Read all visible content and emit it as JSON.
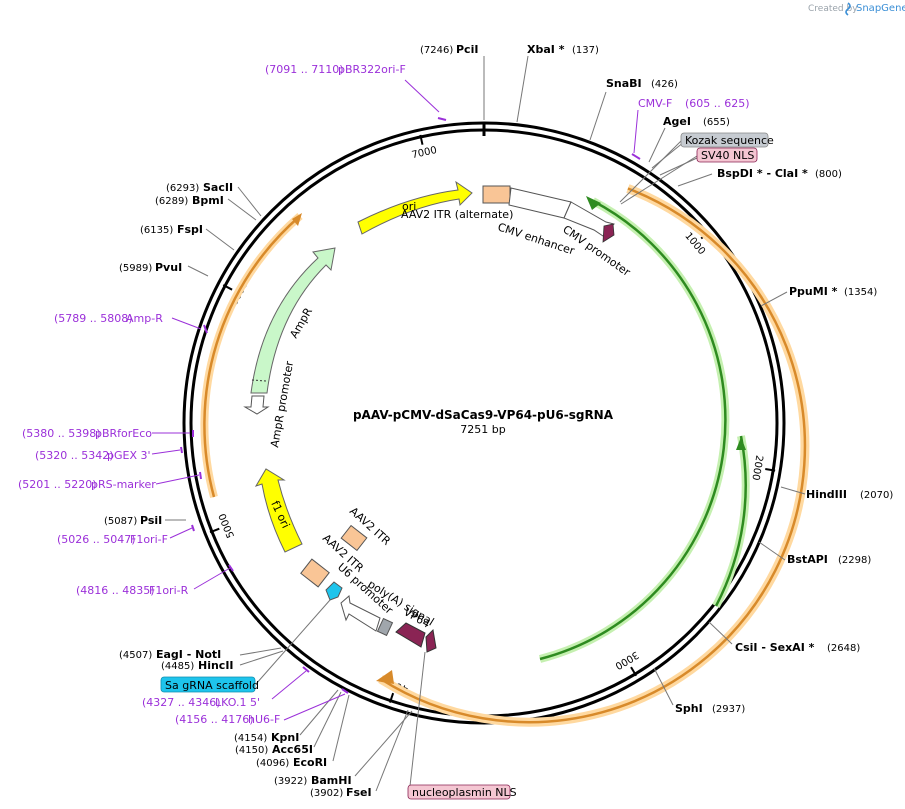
{
  "credit": {
    "prefix": "Created by",
    "brand": "SnapGene"
  },
  "plasmid": {
    "name": "pAAV-pCMV-dSaCas9-VP64-pU6-sgRNA",
    "length_label": "7251 bp"
  },
  "ticks": [
    "1000",
    "2000",
    "3000",
    "4000",
    "5000",
    "6000",
    "7000"
  ],
  "enzymes": [
    {
      "pos": "(7246)",
      "name": "PciI"
    },
    {
      "pos": "(137)",
      "name": "XbaI *"
    },
    {
      "pos": "(426)",
      "name": "SnaBI"
    },
    {
      "pos": "(655)",
      "name": "AgeI"
    },
    {
      "pos": "(800)",
      "name": "BspDI * - ClaI *"
    },
    {
      "pos": "(1354)",
      "name": "PpuMI *"
    },
    {
      "pos": "(2070)",
      "name": "HindIII"
    },
    {
      "pos": "(2298)",
      "name": "BstAPI"
    },
    {
      "pos": "(2648)",
      "name": "CsiI - SexAI *"
    },
    {
      "pos": "(2937)",
      "name": "SphI"
    },
    {
      "pos": "(3902)",
      "name": "FseI"
    },
    {
      "pos": "(3922)",
      "name": "BamHI"
    },
    {
      "pos": "(4096)",
      "name": "EcoRI"
    },
    {
      "pos": "(4150)",
      "name": "Acc65I"
    },
    {
      "pos": "(4154)",
      "name": "KpnI"
    },
    {
      "pos": "(4485)",
      "name": "HincII"
    },
    {
      "pos": "(4507)",
      "name": "EagI - NotI"
    },
    {
      "pos": "(5087)",
      "name": "PsiI"
    },
    {
      "pos": "(5989)",
      "name": "PvuI"
    },
    {
      "pos": "(6135)",
      "name": "FspI"
    },
    {
      "pos": "(6289)",
      "name": "BpmI"
    },
    {
      "pos": "(6293)",
      "name": "SacII"
    }
  ],
  "primers": [
    {
      "range": "(7091 .. 7110)",
      "name": "pBR322ori-F"
    },
    {
      "range": "(605 .. 625)",
      "name": "CMV-F"
    },
    {
      "range": "(5789 .. 5808)",
      "name": "Amp-R"
    },
    {
      "range": "(5380 .. 5398)",
      "name": "pBRforEco"
    },
    {
      "range": "(5320 .. 5342)",
      "name": "pGEX 3'"
    },
    {
      "range": "(5201 .. 5220)",
      "name": "pRS-marker"
    },
    {
      "range": "(5026 .. 5047)",
      "name": "F1ori-F"
    },
    {
      "range": "(4816 .. 4835)",
      "name": "F1ori-R"
    },
    {
      "range": "(4327 .. 4346)",
      "name": "LKO.1 5'"
    },
    {
      "range": "(4156 .. 4176)",
      "name": "hU6-F"
    }
  ],
  "badges": [
    "Kozak sequence",
    "SV40 NLS",
    "Sa gRNA scaffold",
    "nucleoplasmin NLS"
  ],
  "features": [
    "ori",
    "AAV2 ITR (alternate)",
    "CMV enhancer",
    "CMV promoter",
    "AmpR",
    "AmpR promoter",
    "f1 ori",
    "AAV2 ITR",
    "AAV2 ITR",
    "U6 promoter",
    "poly(A) signal",
    "VP64"
  ],
  "colors": {
    "primer": "#9b30d9",
    "ori": "#ffff00",
    "cas9_orange": "#f5a623",
    "cas9_green": "#2e8b20",
    "ampr": "#c9f7c9",
    "itr": "#f9c596",
    "u6": "#1ec4ec",
    "vp64": "#8a2454",
    "gray_badge": "#c6cbd1",
    "pink_badge": "#f4c6d2"
  }
}
